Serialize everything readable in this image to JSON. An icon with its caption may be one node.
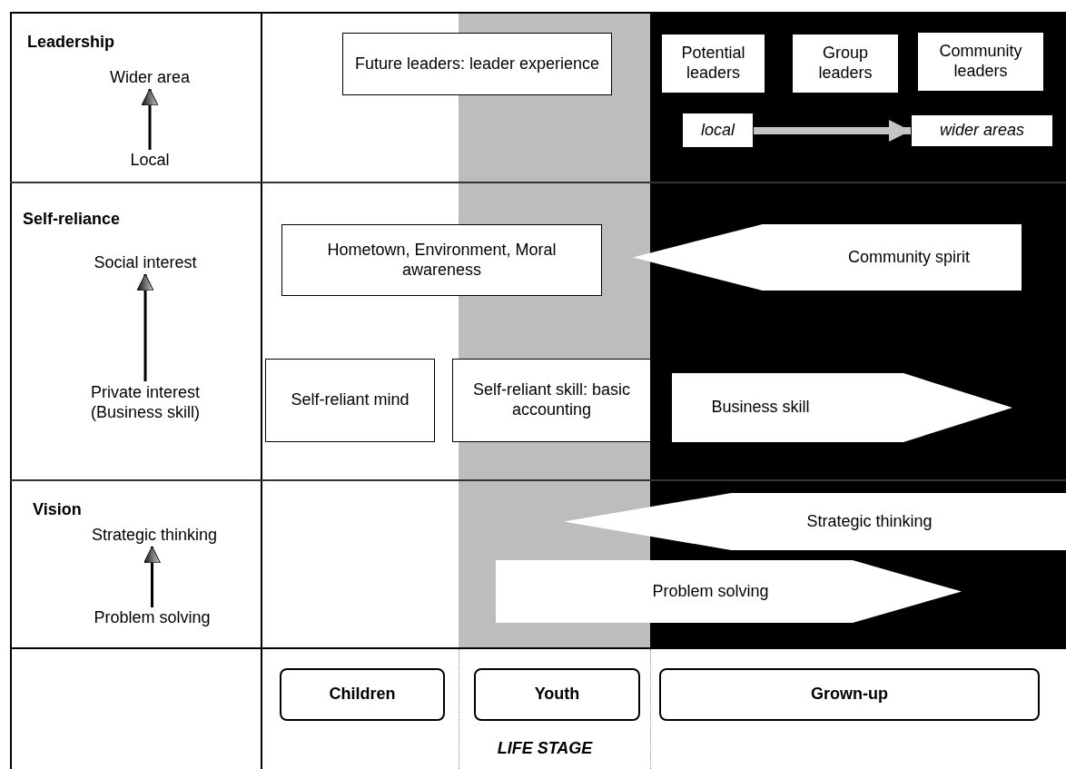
{
  "diagram": {
    "nodes": [
      {
        "text": [
          "Wider area"
        ]
      },
      {
        "text": [
          "Local"
        ]
      },
      {
        "text": [
          "Future leaders: leader experience"
        ]
      },
      {
        "text": [
          "Potential leaders"
        ]
      },
      {
        "text": [
          "Group leaders"
        ]
      },
      {
        "text": [
          "Community leaders"
        ]
      },
      {
        "text": [
          "local"
        ]
      },
      {
        "text": [
          "wider areas"
        ]
      },
      {
        "text": [
          "Social interest"
        ]
      },
      {
        "text": [
          "Private interest (Business skill)"
        ]
      },
      {
        "text": [
          "Hometown, Environment, Moral awareness"
        ]
      },
      {
        "text": [
          "Community spirit"
        ]
      },
      {
        "text": [
          "Self-reliant mind"
        ]
      },
      {
        "text": [
          "Self-reliant skill: basic accounting"
        ]
      },
      {
        "text": [
          "Business skill"
        ]
      },
      {
        "text": [
          "Strategic thinking"
        ]
      },
      {
        "text": [
          "Problem solving"
        ]
      },
      {
        "text": [
          "Strategic thinking"
        ]
      },
      {
        "text": [
          "Problem solving"
        ]
      },
      {
        "text": [
          "Children"
        ]
      },
      {
        "text": [
          "Youth"
        ]
      },
      {
        "text": [
          "Grown-up"
        ]
      }
    ],
    "edges": [
      {
        "from": 1,
        "to": 0,
        "arrow": "to"
      },
      {
        "from": 6,
        "to": 7,
        "arrow": "to",
        "style": "thick",
        "color": "#c4c4c4"
      },
      {
        "from": 9,
        "to": 8,
        "arrow": "to"
      },
      {
        "from": 16,
        "to": 15,
        "arrow": "to"
      }
    ],
    "labels": [
      "Leadership",
      "Self-reliance",
      "Vision",
      "LIFE STAGE"
    ]
  }
}
